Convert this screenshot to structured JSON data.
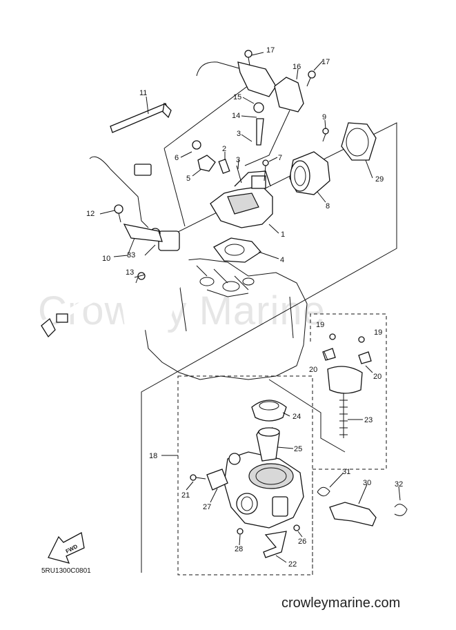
{
  "diagram": {
    "watermark": "Crowley Marine",
    "footer_brand": "crowleymarine.com",
    "diagram_code": "5RU1300C0801",
    "fwd_label": "FWD",
    "callouts": [
      {
        "label": "17"
      },
      {
        "label": "17"
      },
      {
        "label": "16"
      },
      {
        "label": "11"
      },
      {
        "label": "15"
      },
      {
        "label": "14"
      },
      {
        "label": "9"
      },
      {
        "label": "3"
      },
      {
        "label": "6"
      },
      {
        "label": "2"
      },
      {
        "label": "3"
      },
      {
        "label": "7"
      },
      {
        "label": "29"
      },
      {
        "label": "5"
      },
      {
        "label": "8"
      },
      {
        "label": "12"
      },
      {
        "label": "1"
      },
      {
        "label": "10"
      },
      {
        "label": "33"
      },
      {
        "label": "4"
      },
      {
        "label": "13"
      },
      {
        "label": "19"
      },
      {
        "label": "19"
      },
      {
        "label": "20"
      },
      {
        "label": "20"
      },
      {
        "label": "24"
      },
      {
        "label": "23"
      },
      {
        "label": "25"
      },
      {
        "label": "18"
      },
      {
        "label": "31"
      },
      {
        "label": "30"
      },
      {
        "label": "32"
      },
      {
        "label": "21"
      },
      {
        "label": "27"
      },
      {
        "label": "26"
      },
      {
        "label": "28"
      },
      {
        "label": "22"
      }
    ]
  }
}
